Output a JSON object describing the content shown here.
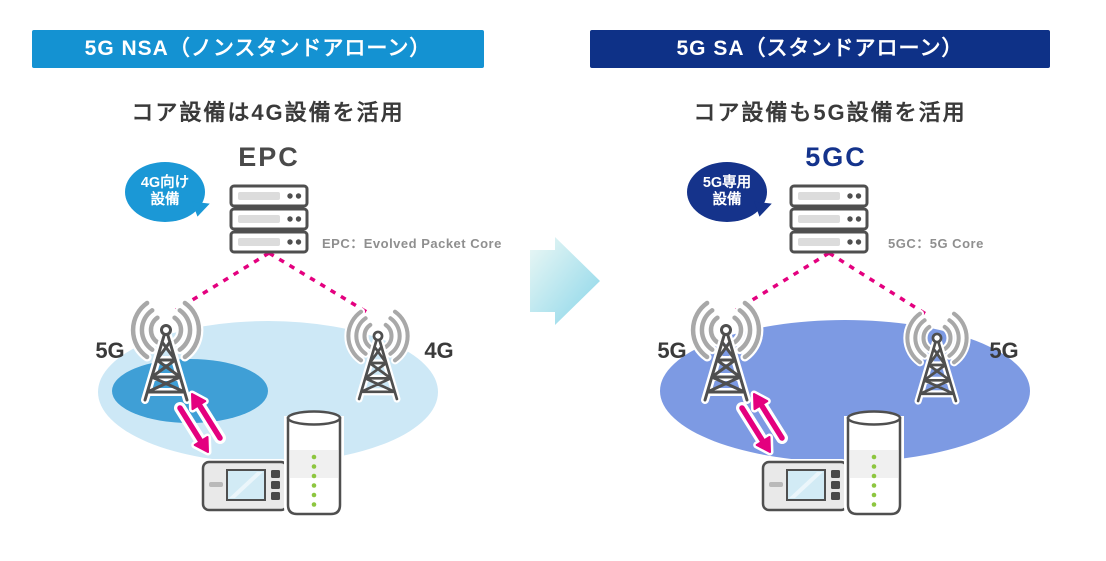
{
  "panels": {
    "nsa": {
      "header": "5G NSA（ノンスタンドアローン）",
      "subtitle": "コア設備は4G設備を活用",
      "core_title": "EPC",
      "core_note": "EPC：Evolved Packet Core",
      "bubble": {
        "line1": "4G向け",
        "line2": "設備"
      },
      "tower_left_label": "5G",
      "tower_right_label": "4G"
    },
    "sa": {
      "header": "5G SA（スタンドアローン）",
      "subtitle": "コア設備も5G設備を活用",
      "core_title": "5GC",
      "core_note": "5GC：5G Core",
      "bubble": {
        "line1": "5G専用",
        "line2": "設備"
      },
      "tower_left_label": "5G",
      "tower_right_label": "5G"
    }
  },
  "icons": {
    "tower": "radio-tower-with-waves",
    "server": "core-server-rack",
    "link_arrows": "bidirectional-magenta-arrows",
    "transition": "right-block-arrow",
    "mobile_router": "mobile-wifi-router",
    "home_router": "home-router-cylinder"
  },
  "colors": {
    "nsa_header_bg": "#1492d2",
    "sa_header_bg": "#0e3187",
    "nsa_bubble_bg": "#1b98d6",
    "sa_bubble_bg": "#15338b",
    "nsa_core_title_color": "#4a4a4a",
    "sa_core_title_color": "#14338c",
    "coverage_pale": "#cde8f6",
    "coverage_5g_inner": "#3f9fd6",
    "coverage_sa": "#7d9ae3",
    "link_magenta": "#e4007f",
    "wave_gray": "#a8a8a8",
    "tower_gray": "#4f4f4f",
    "note_gray": "#8f8f8f",
    "label_dark": "#3a3a3a",
    "led_green": "#8dc63f",
    "transition_from": "#ecf8f5",
    "transition_to": "#88d5e9"
  }
}
